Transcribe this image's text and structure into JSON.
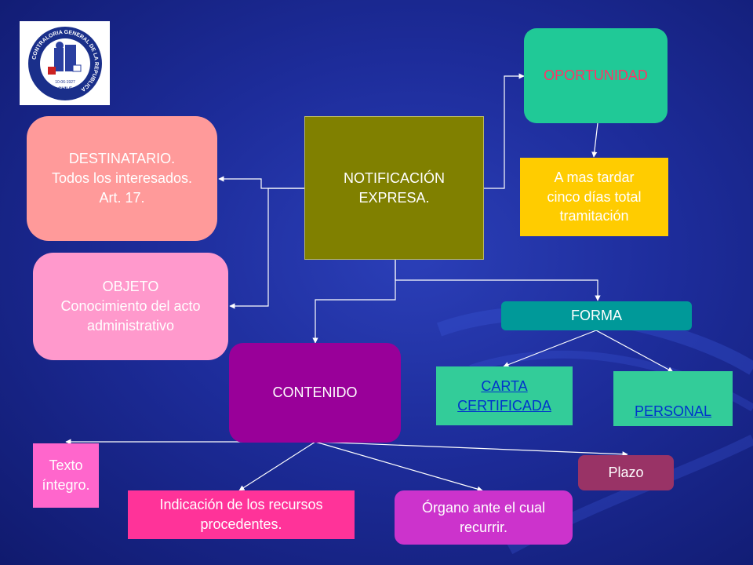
{
  "logo": {
    "ring_text": "CONTRALORIA GENERAL DE LA REPUBLICA",
    "country": "CHILE",
    "year": "10-06-1927"
  },
  "nodes": {
    "notificacion": "NOTIFICACIÓN\nEXPRESA.",
    "oportunidad": "OPORTUNIDAD",
    "plazo_maximo": "A mas tardar\ncinco días total\ntramitación",
    "destinatario": "DESTINATARIO.\nTodos los interesados.\nArt. 17.",
    "objeto": "OBJETO\nConocimiento del acto\nadministrativo",
    "forma": "FORMA",
    "carta": "CARTA\nCERTIFICADA",
    "personal": "PERSONAL",
    "contenido": "CONTENIDO",
    "texto": "Texto\níntegro.",
    "plazo": "Plazo",
    "recursos": "Indicación de los recursos\nprocedentes.",
    "organo": "Órgano ante el cual\nrecurrir."
  },
  "colors": {
    "notificacion": "#808000",
    "oportunidad": "#20c997",
    "plazo_maximo": "#ffcc00",
    "destinatario": "#ff9a9a",
    "objeto": "#ff99cc",
    "forma": "#009999",
    "carta": "#33cc99",
    "personal": "#33cc99",
    "contenido": "#990099",
    "texto": "#ff66cc",
    "plazo": "#993366",
    "recursos": "#ff3399",
    "organo": "#cc33cc",
    "oportunidad_text": "#ff3366",
    "link_text": "#0033cc"
  }
}
